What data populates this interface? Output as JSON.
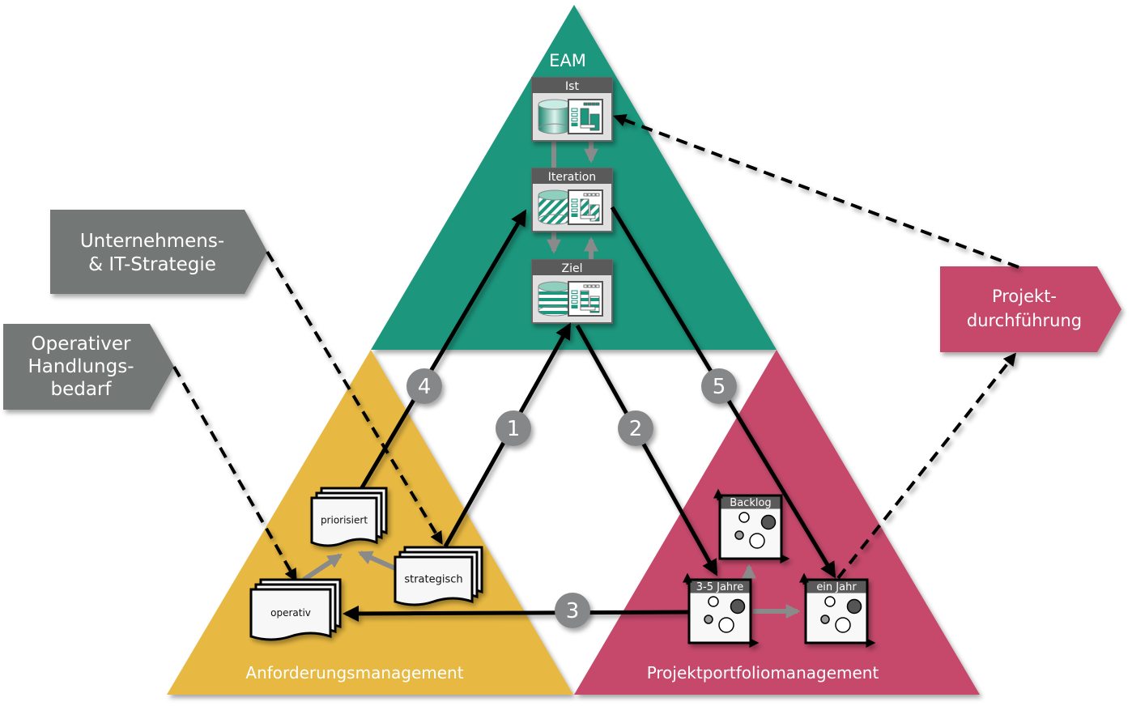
{
  "colors": {
    "eam": "#1b967d",
    "anforderung": "#e8b943",
    "portfolio": "#c64a6c",
    "gray_box": "#737776",
    "badge": "#858789",
    "panel_header": "#5a5a5a",
    "panel_body": "#e0e0e0",
    "arrow_gray": "#8a8a8a"
  },
  "triangles": {
    "eam": "EAM",
    "anforderung": "Anforderungsmanagement",
    "portfolio": "Projektportfoliomanagement"
  },
  "eam_models": [
    {
      "id": "ist",
      "label": "Ist"
    },
    {
      "id": "iteration",
      "label": "Iteration"
    },
    {
      "id": "ziel",
      "label": "Ziel"
    }
  ],
  "inputs": {
    "strategie": [
      "Unternehmens-",
      "& IT-Strategie"
    ],
    "operativ": [
      "Operativer",
      "Handlungs-",
      "bedarf"
    ],
    "projekt": [
      "Projekt-",
      "durchführung"
    ]
  },
  "requirements": {
    "priorisiert": "priorisiert",
    "strategisch": "strategisch",
    "operativ": "operativ"
  },
  "portfolio_boards": {
    "backlog": "Backlog",
    "mid": "3-5 Jahre",
    "year": "ein Jahr"
  },
  "steps": [
    "1",
    "2",
    "3",
    "4",
    "5"
  ]
}
